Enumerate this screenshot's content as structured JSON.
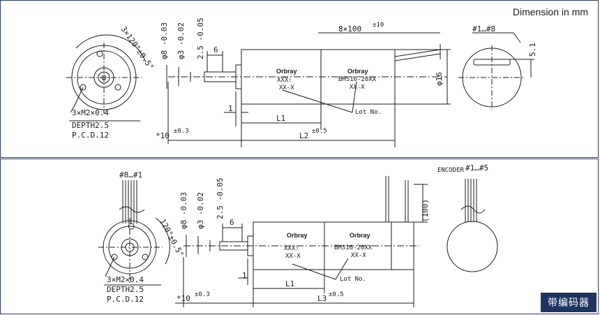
{
  "header": {
    "unit_note": "Dimension in mm"
  },
  "top": {
    "holes_note": "3×M2×0.4",
    "depth_note": "DEPTH2.5",
    "pcd_note": "P.C.D.12",
    "angle_note": "3×120°±0.5°",
    "star_len": "*10",
    "star_tol": "±0.3",
    "dia8": "φ8 -0.03",
    "dia3": "φ3 -0.02",
    "shaft_len": "2.5 -0.05",
    "shaft_six": "6",
    "dim_one": "1",
    "dim_l1": "L1",
    "dim_l2": "L2",
    "l2_tol": "±0.5",
    "pitch": "8×100",
    "pitch_tol": "±10",
    "pins": "#1…#8",
    "dia16": "φ16",
    "dim_51": "5.1",
    "brand1": "Orbray",
    "brand2": "Orbray",
    "label_a1": "XXX:",
    "label_a2": "XX-X",
    "label_b1": "BMS16-20XX",
    "label_b2": "XX-X",
    "lot_no": "Lot No."
  },
  "bottom": {
    "pins": "#8…#1",
    "holes_note": "3×M2×0.4",
    "depth_note": "DEPTH2.5",
    "pcd_note": "P.C.D.12",
    "angle_note": "120°±0.5°",
    "star_len": "*10",
    "star_tol": "±0.3",
    "dia8": "φ8 -0.03",
    "dia3": "φ3 -0.02",
    "shaft_len": "2.5 -0.05",
    "shaft_six": "6",
    "dim_one": "1",
    "dim_l1": "L1",
    "dim_l3": "L3",
    "l3_tol": "±0.5",
    "lead_len": "(100)",
    "encoder_title": "ENCODER",
    "encoder_pins": "#1…#5",
    "brand1": "Orbray",
    "brand2": "Orbray",
    "label_a1": "XXX:",
    "label_a2": "XX-X",
    "label_b1": "BMS16-20XX",
    "label_b2": "XX-X",
    "lot_no": "Lot No.",
    "tag": "带编码器"
  }
}
